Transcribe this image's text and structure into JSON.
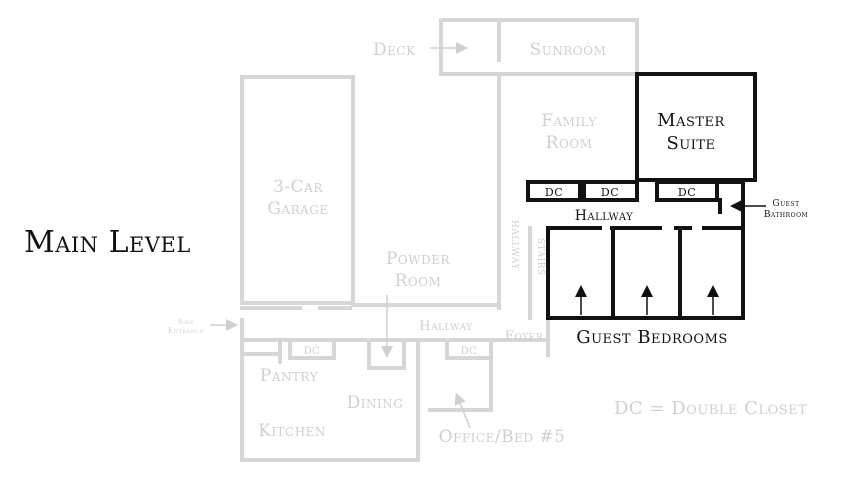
{
  "title": "Main Level",
  "legend": "DC = Double Closet",
  "rooms": {
    "deck": "Deck",
    "sunroom": "Sunroom",
    "family_room_1": "Family",
    "family_room_2": "Room",
    "master_1": "Master",
    "master_2": "Suite",
    "garage_1": "3-Car",
    "garage_2": "Garage",
    "powder_1": "Powder",
    "powder_2": "Room",
    "hallway_upper": "Hallway",
    "hallway_lower": "Hallway",
    "hallway_vertical": "HALLWAY",
    "stairs_vertical": "STAIRS",
    "guest_bath_1": "Guest",
    "guest_bath_2": "Bathroom",
    "guest_bedrooms": "Guest Bedrooms",
    "side_entrance_1": "Side",
    "side_entrance_2": "Entrance",
    "foyer": "Foyer",
    "pantry": "Pantry",
    "dining": "Dining",
    "kitchen": "Kitchen",
    "office": "Office/Bed #5"
  },
  "closets": {
    "dc1": "DC",
    "dc2": "DC",
    "dc3": "DC",
    "dc4": "DC",
    "dc5": "DC"
  },
  "colors": {
    "highlight": "#111111",
    "muted": "#cfcfcf"
  }
}
